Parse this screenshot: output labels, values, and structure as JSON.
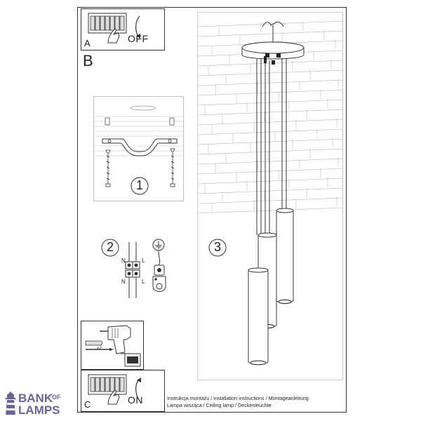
{
  "panels": {
    "a": {
      "letter": "A",
      "state": "OFF"
    },
    "b": {
      "letter": "B"
    },
    "c": {
      "letter": "C",
      "state": "ON"
    }
  },
  "steps": [
    "1",
    "2",
    "3"
  ],
  "wiring": {
    "n_top": "N",
    "l_top": "L",
    "n_bottom": "N",
    "l_bottom": "L"
  },
  "drill": {
    "count": "x2"
  },
  "caption": {
    "line1": "Instrukcja montażu / installation instructions / Montageanleitung",
    "line2": "Lampa wisząca / Ceiling lamp / Deckenleuchte"
  },
  "brand": {
    "word1": "BANK",
    "word2": "OF",
    "word3": "LAMPS",
    "color": "#6a6596"
  }
}
